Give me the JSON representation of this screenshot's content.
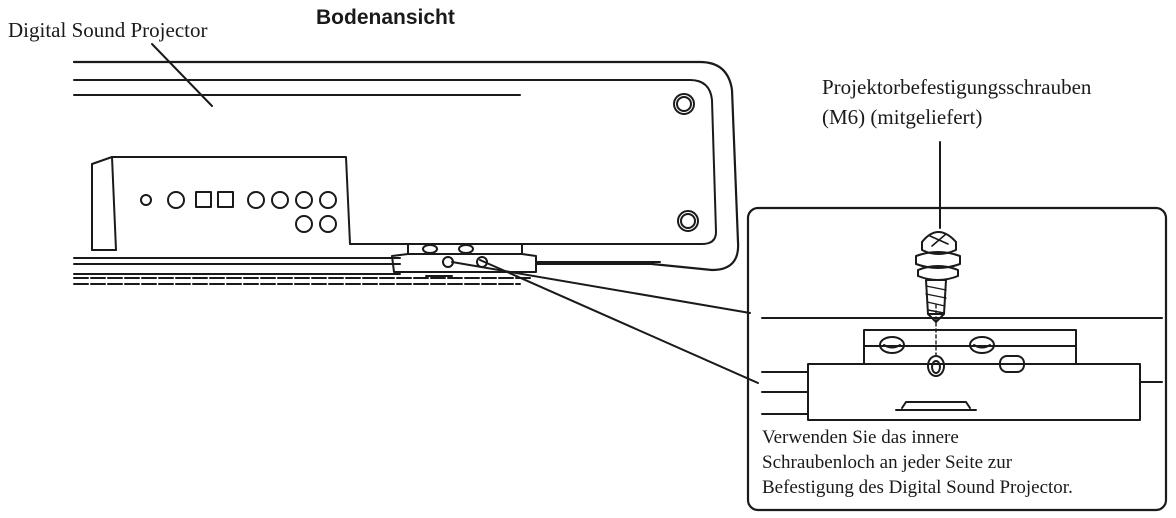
{
  "header": {
    "title": "Bodenansicht",
    "product_label": "Digital Sound Projector"
  },
  "callout": {
    "screw_label_line1": "Projektorbefestigungsschrauben",
    "screw_label_line2": "(M6) (mitgeliefert)",
    "note_line1": "Verwenden Sie das innere",
    "note_line2": "Schraubenloch an jeder Seite zur",
    "note_line3": "Befestigung des Digital Sound Projector."
  },
  "colors": {
    "line": "#1a1a1a",
    "background": "#ffffff"
  }
}
